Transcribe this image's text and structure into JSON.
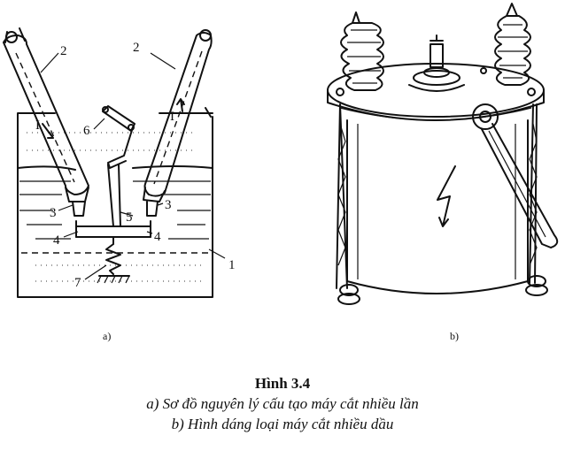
{
  "figure_a": {
    "part_numbers": {
      "n1": "1",
      "n2_left": "2",
      "n2_right": "2",
      "n3_left": "3",
      "n3_right": "3",
      "n4_left": "4",
      "n4_right": "4",
      "n5": "5",
      "n6": "6",
      "n7": "7",
      "current_left": "I",
      "current_right": "I"
    },
    "sublabel": "a)"
  },
  "figure_b": {
    "sublabel": "b)"
  },
  "caption": {
    "title": "Hình 3.4",
    "line_a": "a) Sơ đồ nguyên lý cấu tạo máy cắt nhiều lần",
    "line_b": "b) Hình dáng loại máy cắt nhiều dầu"
  }
}
